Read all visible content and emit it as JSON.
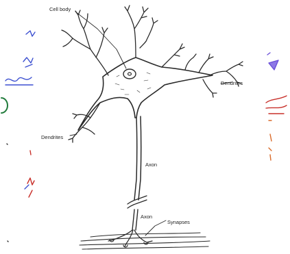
{
  "diagram": {
    "labels": {
      "cell_body": "Cell body",
      "dendrites_right": "Dendrites",
      "dendrites_left": "Dendrites",
      "axon_upper": "Axon",
      "axon_lower": "Axon",
      "synapses": "Synapses"
    }
  },
  "colors": {
    "ink": "#2a2a2a",
    "annotation_blue": "#3b4fd0",
    "annotation_purple": "#6a4fd8",
    "annotation_red": "#c8302a",
    "annotation_green": "#1f7a3a",
    "annotation_orange": "#d96a2a"
  }
}
